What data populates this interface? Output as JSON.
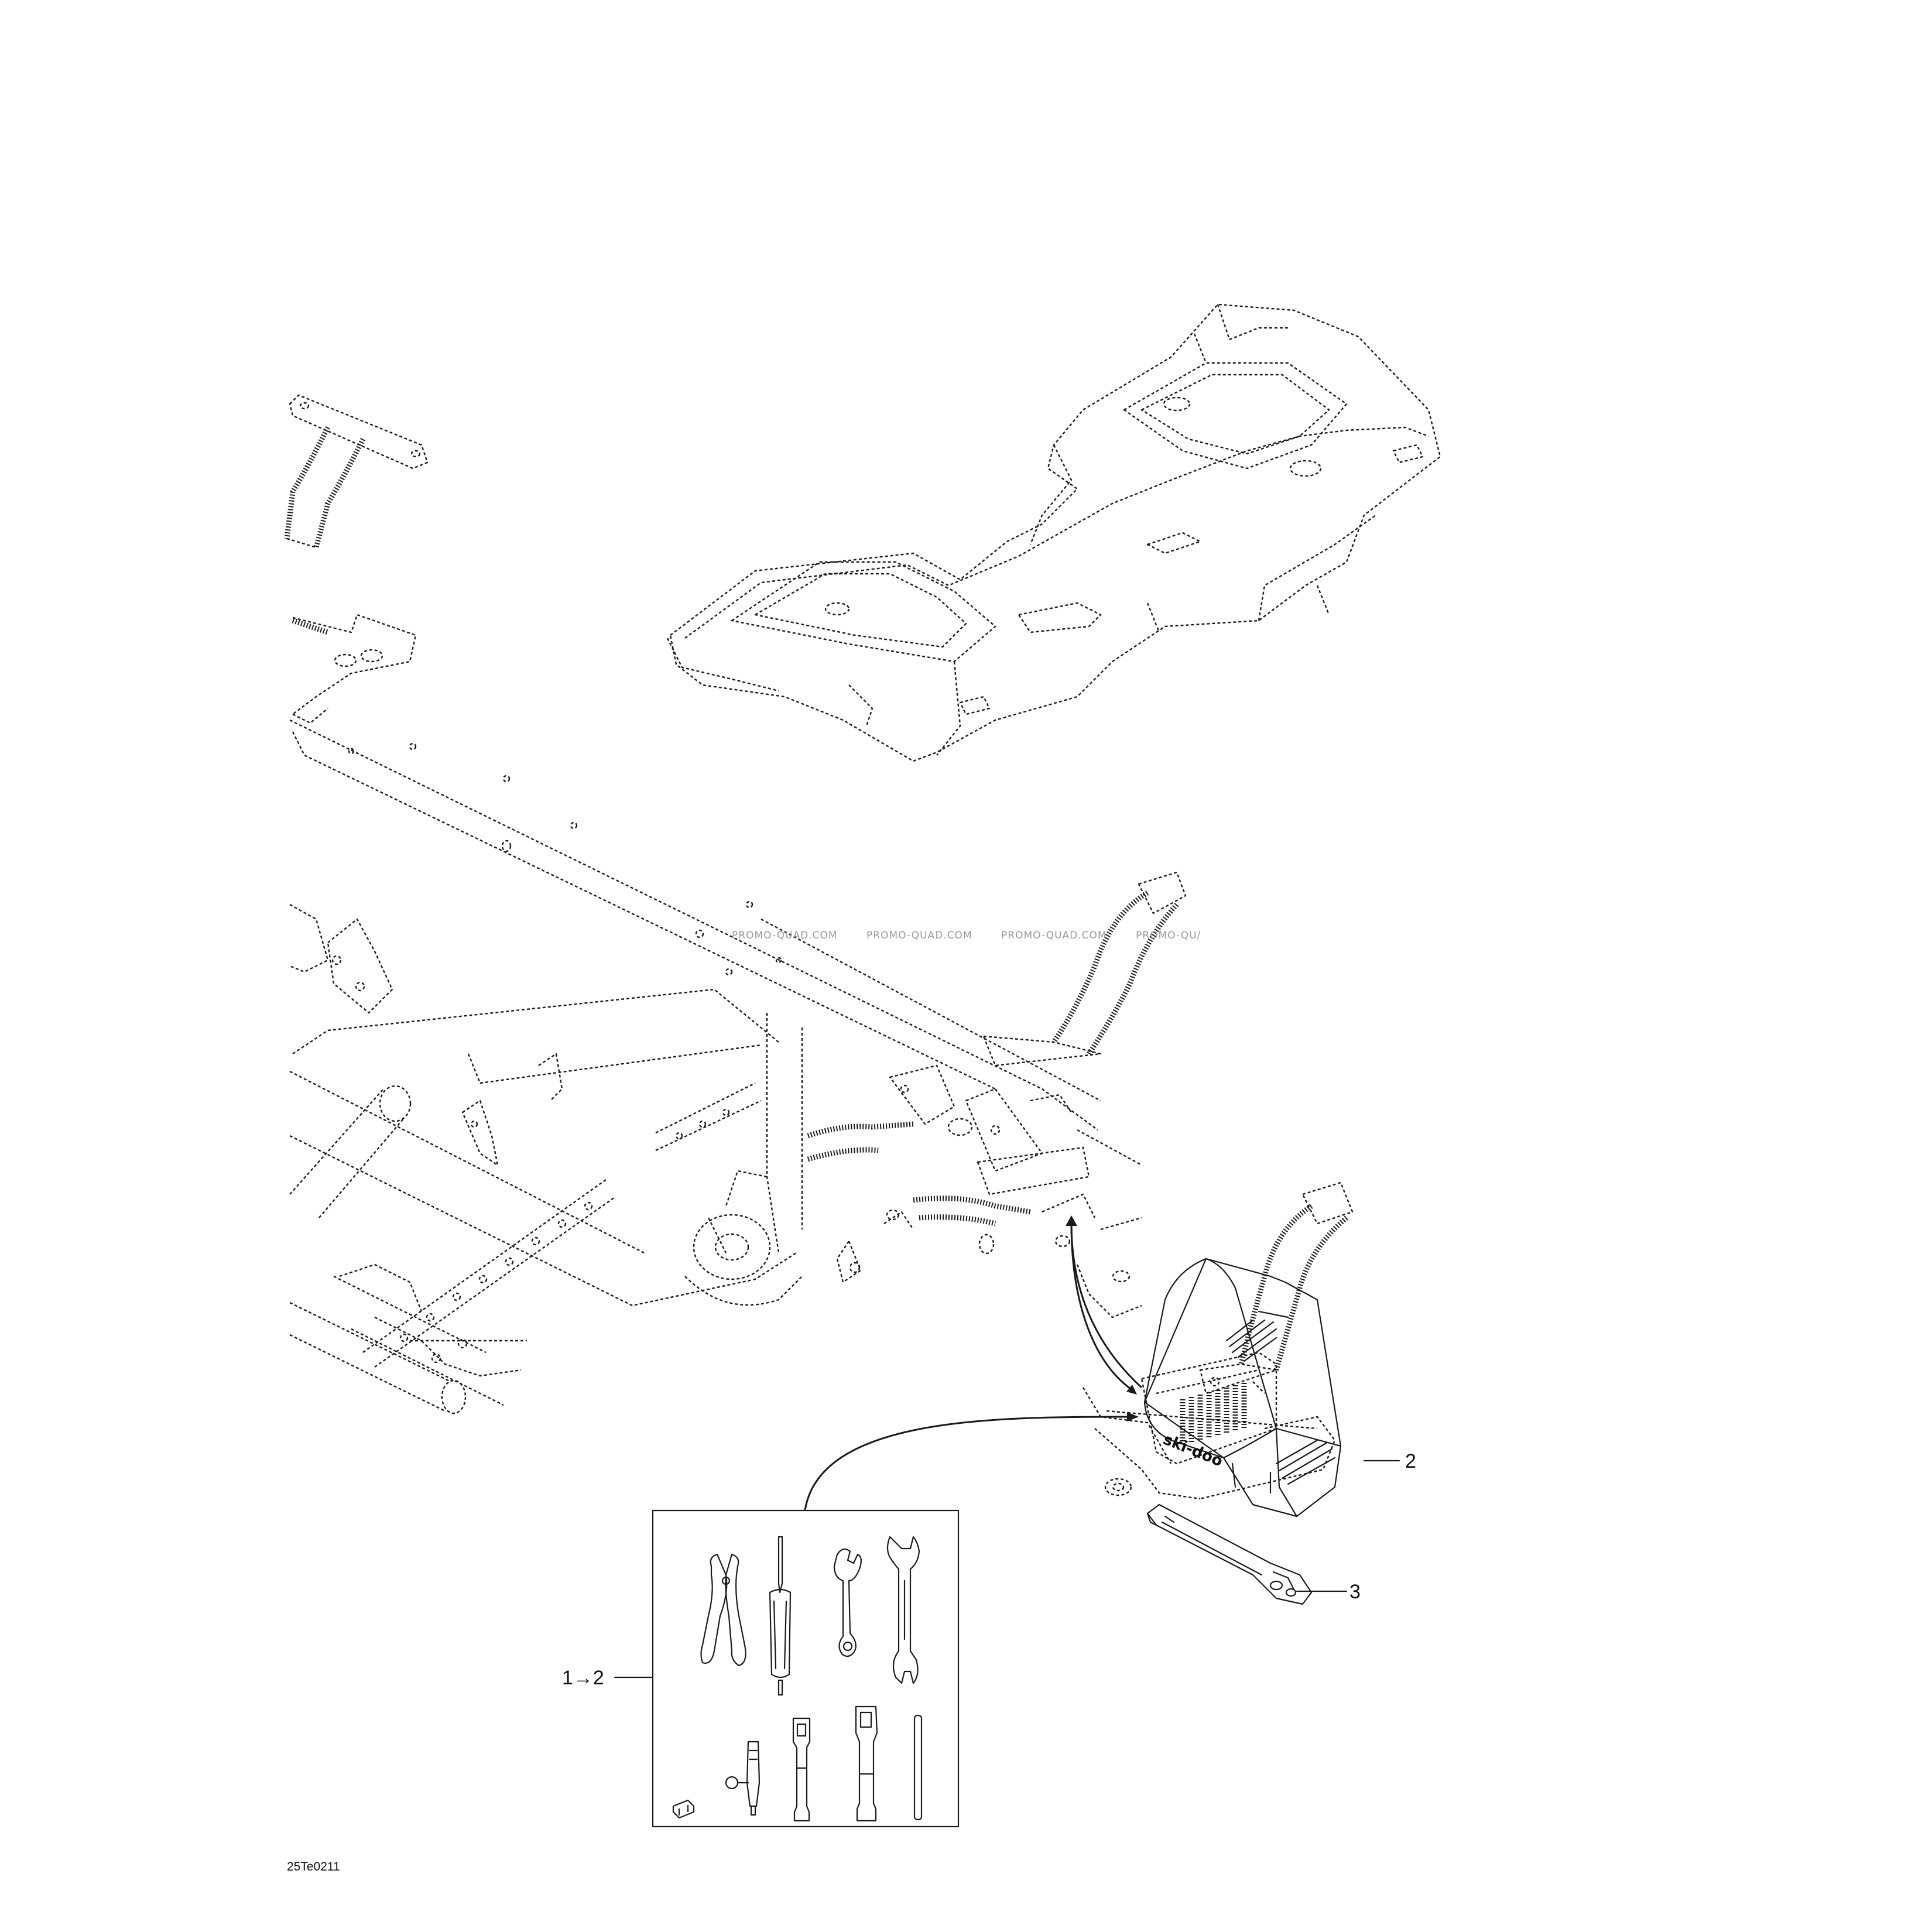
{
  "callouts": {
    "item_1_2": "1→2",
    "item_2": "2",
    "item_3": "3"
  },
  "reference_code": "25Te0211",
  "watermark": {
    "text_1": "PROMO-QUAD.COM",
    "text_2": "PROMO-QUAD.COM",
    "text_3": "PROMO-QUAD.COM",
    "text_4": "PROMO-QU/"
  },
  "tool_case_brand": "ski-doo"
}
